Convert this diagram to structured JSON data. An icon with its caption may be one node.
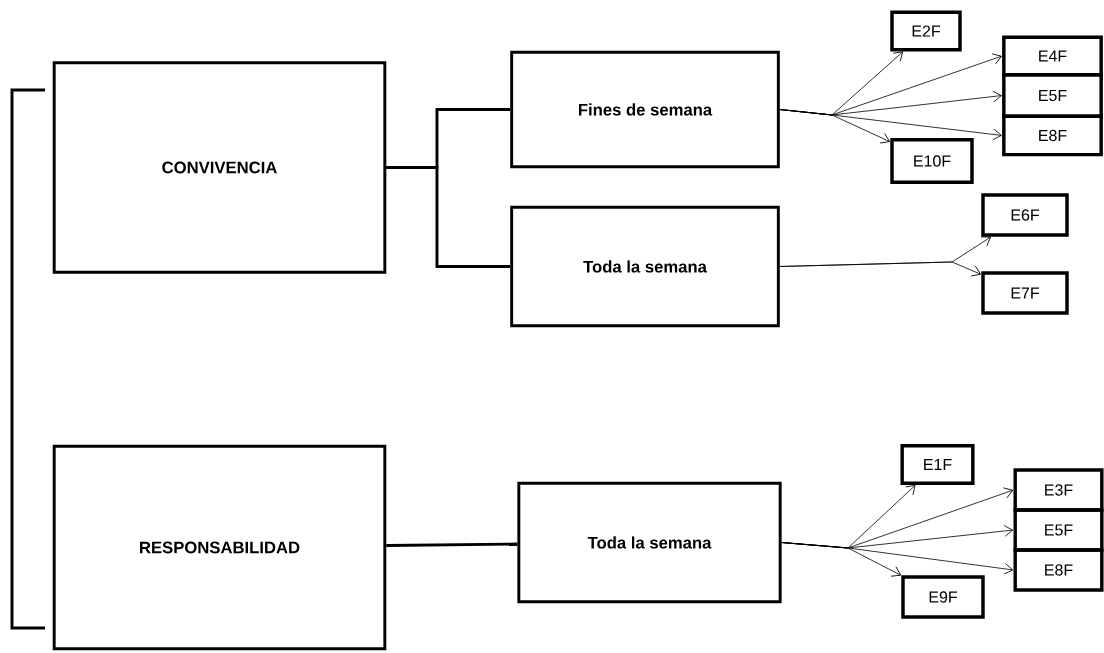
{
  "diagram": {
    "nodes": [
      {
        "text": [
          "CONVIVENCIA"
        ]
      },
      {
        "text": [
          "Fines de semana"
        ]
      },
      {
        "text": [
          "E2F"
        ]
      },
      {
        "text": [
          "E4F"
        ]
      },
      {
        "text": [
          "E5F"
        ]
      },
      {
        "text": [
          "E8F"
        ]
      },
      {
        "text": [
          "E10F"
        ]
      },
      {
        "text": [
          "Toda la semana"
        ]
      },
      {
        "text": [
          "E6F"
        ]
      },
      {
        "text": [
          "E7F"
        ]
      },
      {
        "text": [
          "RESPONSABILIDAD"
        ]
      },
      {
        "text": [
          "Toda la semana"
        ]
      },
      {
        "text": [
          "E1F"
        ]
      },
      {
        "text": [
          "E3F"
        ]
      },
      {
        "text": [
          "E5F"
        ]
      },
      {
        "text": [
          "E8F"
        ]
      },
      {
        "text": [
          "E9F"
        ]
      }
    ],
    "edges": [
      {
        "from": 0,
        "to": 1,
        "arrow": "none",
        "style": "thick"
      },
      {
        "from": 0,
        "to": 7,
        "arrow": "none",
        "style": "thick"
      },
      {
        "from": 1,
        "to": 2,
        "arrow": "to"
      },
      {
        "from": 1,
        "to": 3,
        "arrow": "to"
      },
      {
        "from": 1,
        "to": 4,
        "arrow": "to"
      },
      {
        "from": 1,
        "to": 5,
        "arrow": "to"
      },
      {
        "from": 1,
        "to": 6,
        "arrow": "to"
      },
      {
        "from": 7,
        "to": 8,
        "arrow": "to"
      },
      {
        "from": 7,
        "to": 9,
        "arrow": "to"
      },
      {
        "from": 10,
        "to": 11,
        "arrow": "none",
        "style": "thick"
      },
      {
        "from": 11,
        "to": 12,
        "arrow": "to"
      },
      {
        "from": 11,
        "to": 13,
        "arrow": "to"
      },
      {
        "from": 11,
        "to": 14,
        "arrow": "to"
      },
      {
        "from": 11,
        "to": 15,
        "arrow": "to"
      },
      {
        "from": 11,
        "to": 16,
        "arrow": "to"
      }
    ]
  }
}
